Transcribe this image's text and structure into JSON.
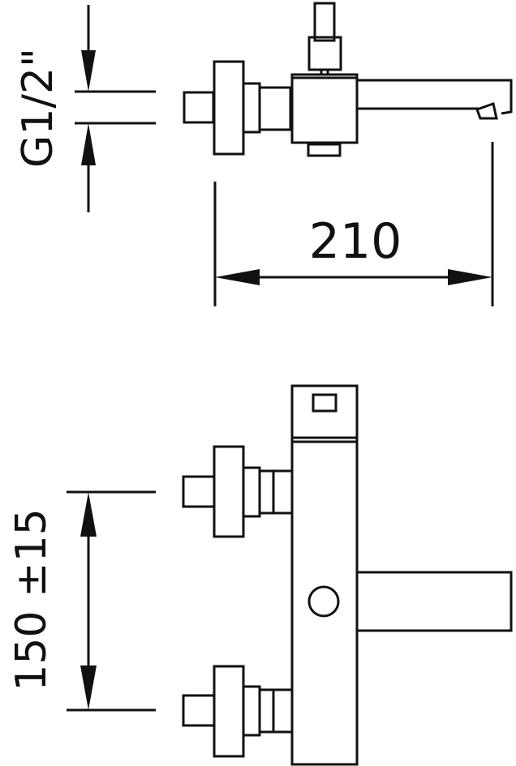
{
  "dimensions": {
    "thread": "G1/2\"",
    "width": "210",
    "centers": "150 ±15"
  },
  "colors": {
    "line": "#111111",
    "background": "#ffffff"
  }
}
